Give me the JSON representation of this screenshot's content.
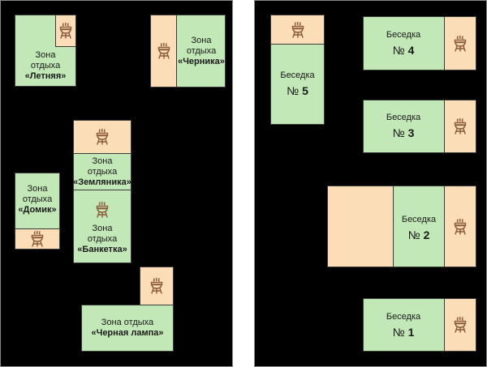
{
  "colors": {
    "green": "#c3e8b8",
    "peach": "#fbddb8",
    "background": "#000000",
    "border": "#3a3a3a",
    "grill": "#8a5a3a"
  },
  "icon": "grill-icon",
  "zones": {
    "letnyaya": {
      "line1": "Зона",
      "line2": "отдыха",
      "name": "«Летняя»"
    },
    "chernika": {
      "line1": "Зона",
      "line2": "отдыха",
      "name": "«Черника»"
    },
    "zemlyanika": {
      "line1": "Зона",
      "line2": "отдыха",
      "name": "«Земляника»"
    },
    "domik": {
      "line1": "Зона",
      "line2": "отдыха",
      "name": "«Домик»"
    },
    "banketka": {
      "line1": "Зона",
      "line2": "отдыха",
      "name": "«Банкетка»"
    },
    "chernaya_lampa": {
      "line1": "Зона отдыха",
      "name": "«Черная лампа»"
    }
  },
  "gazebos": {
    "g5": {
      "label": "Беседка",
      "num": "5"
    },
    "g4": {
      "label": "Беседка",
      "num": "4"
    },
    "g3": {
      "label": "Беседка",
      "num": "3"
    },
    "g2": {
      "label": "Беседка",
      "num": "2"
    },
    "g1": {
      "label": "Беседка",
      "num": "1"
    }
  },
  "num_prefix": "№"
}
